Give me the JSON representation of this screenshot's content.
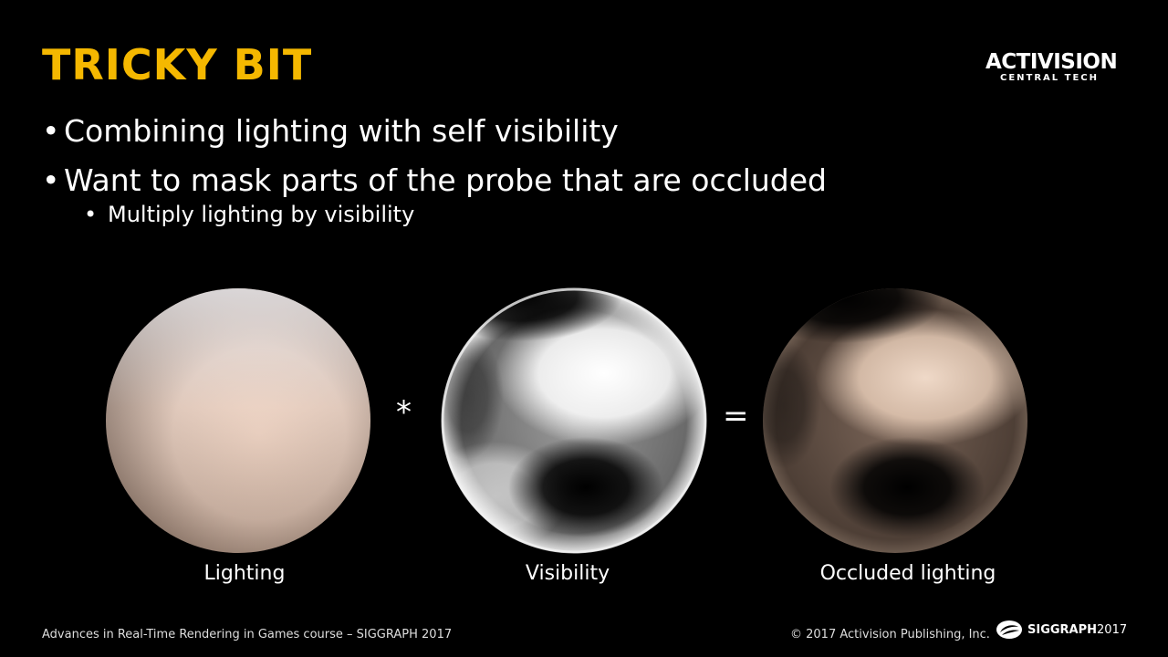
{
  "slide": {
    "title": "TRICKY BIT",
    "bullets": [
      "Combining lighting with self visibility",
      "Want to mask parts of the probe that are occluded"
    ],
    "sub_bullets": [
      "Multiply lighting by visibility"
    ],
    "bullet_glyph": "•"
  },
  "logo": {
    "brand": "ACTIVISION",
    "sub": "CENTRAL TECH"
  },
  "figure": {
    "operators": {
      "multiply": "*",
      "equals": "="
    },
    "captions": [
      "Lighting",
      "Visibility",
      "Occluded lighting"
    ]
  },
  "footer": {
    "course": "Advances in Real-Time Rendering in Games course – SIGGRAPH 2017",
    "copyright": "© 2017 Activision Publishing, Inc.",
    "siggraph_name": "SIGGRAPH",
    "siggraph_year": "2017"
  },
  "colors": {
    "accent": "#f5b800",
    "background": "#000000"
  },
  "icons": {
    "siggraph": "siggraph-logo-icon"
  }
}
